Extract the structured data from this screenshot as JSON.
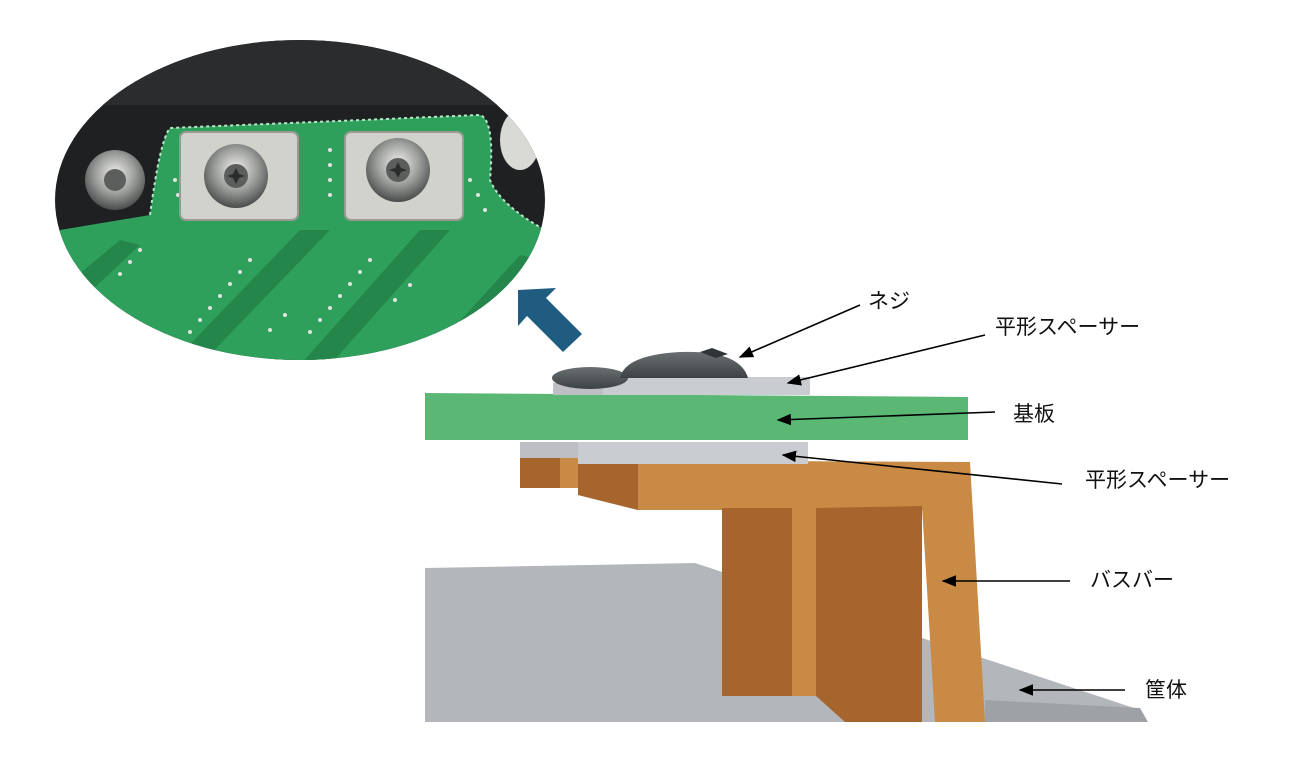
{
  "labels": {
    "screw": "ネジ",
    "spacer_top": "平形スペーサー",
    "board": "基板",
    "spacer_bottom": "平形スペーサー",
    "busbar": "バスバー",
    "housing": "筐体"
  },
  "colors": {
    "board_green": "#5bb774",
    "busbar_light": "#c98a45",
    "busbar_dark": "#a7652e",
    "spacer_gray": "#c9ccd1",
    "housing_gray": "#b3b6bb",
    "screw_dark": "#4f5457",
    "arrow_blue": "#1f5c80",
    "pcb_green": "#2f9f5c",
    "pad_silver": "#d2d2cc"
  },
  "icons": [
    "screw-icon",
    "torx-screw-icon",
    "up-left-arrow-icon"
  ]
}
